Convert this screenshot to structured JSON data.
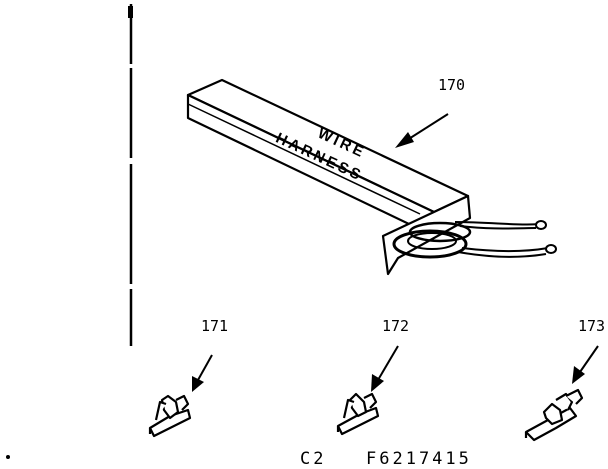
{
  "diagram": {
    "parts": [
      {
        "callout": "170",
        "description": "wire harness box"
      },
      {
        "callout": "171",
        "description": "terminal connector"
      },
      {
        "callout": "172",
        "description": "terminal connector"
      },
      {
        "callout": "173",
        "description": "terminal connector"
      }
    ],
    "box_label_line1": "WIRE",
    "box_label_line2": "HARNESS",
    "footer_left": "C2",
    "footer_right": "F6217415"
  }
}
